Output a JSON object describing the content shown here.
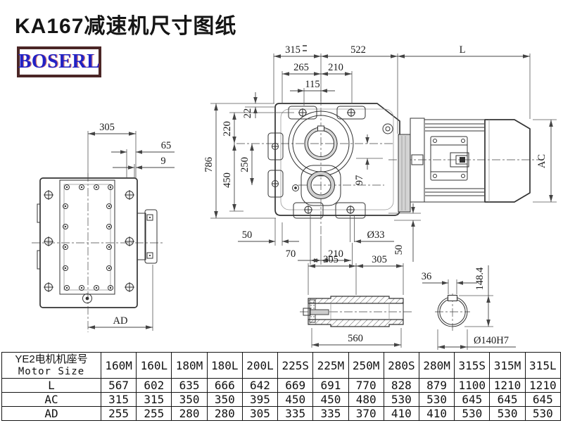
{
  "title": "KA167减速机尺寸图纸",
  "logo": "BOSERL",
  "dims": {
    "top315": "315",
    "top522": "522",
    "topL": "L",
    "top265": "265",
    "top210": "210",
    "top115": "115",
    "left786": "786",
    "left450": "450",
    "left220": "220",
    "left250": "250",
    "left22": "22",
    "front97": "97",
    "front50l": "50",
    "front70": "70",
    "front210": "210",
    "front33": "Ø33",
    "front50r": "50",
    "lv305": "305",
    "lv65": "65",
    "lv9": "9",
    "lvad": "AD",
    "sh305a": "305",
    "sh305b": "305",
    "sh560": "560",
    "bore36": "36",
    "bore148": "148.4",
    "bore140": "Ø140H7",
    "motorac": "AC"
  },
  "table": {
    "header_cn": "YE2电机机座号",
    "header_en": "Motor Size",
    "columns": [
      "160M",
      "160L",
      "180M",
      "180L",
      "200L",
      "225S",
      "225M",
      "250M",
      "280S",
      "280M",
      "315S",
      "315M",
      "315L"
    ],
    "rows": [
      {
        "label": "L",
        "values": [
          "567",
          "602",
          "635",
          "666",
          "642",
          "669",
          "691",
          "770",
          "828",
          "879",
          "1100",
          "1210",
          "1210"
        ]
      },
      {
        "label": "AC",
        "values": [
          "315",
          "315",
          "350",
          "350",
          "395",
          "450",
          "450",
          "480",
          "530",
          "530",
          "645",
          "645",
          "645"
        ]
      },
      {
        "label": "AD",
        "values": [
          "255",
          "255",
          "280",
          "280",
          "305",
          "335",
          "335",
          "370",
          "410",
          "410",
          "530",
          "530",
          "530"
        ]
      }
    ]
  }
}
